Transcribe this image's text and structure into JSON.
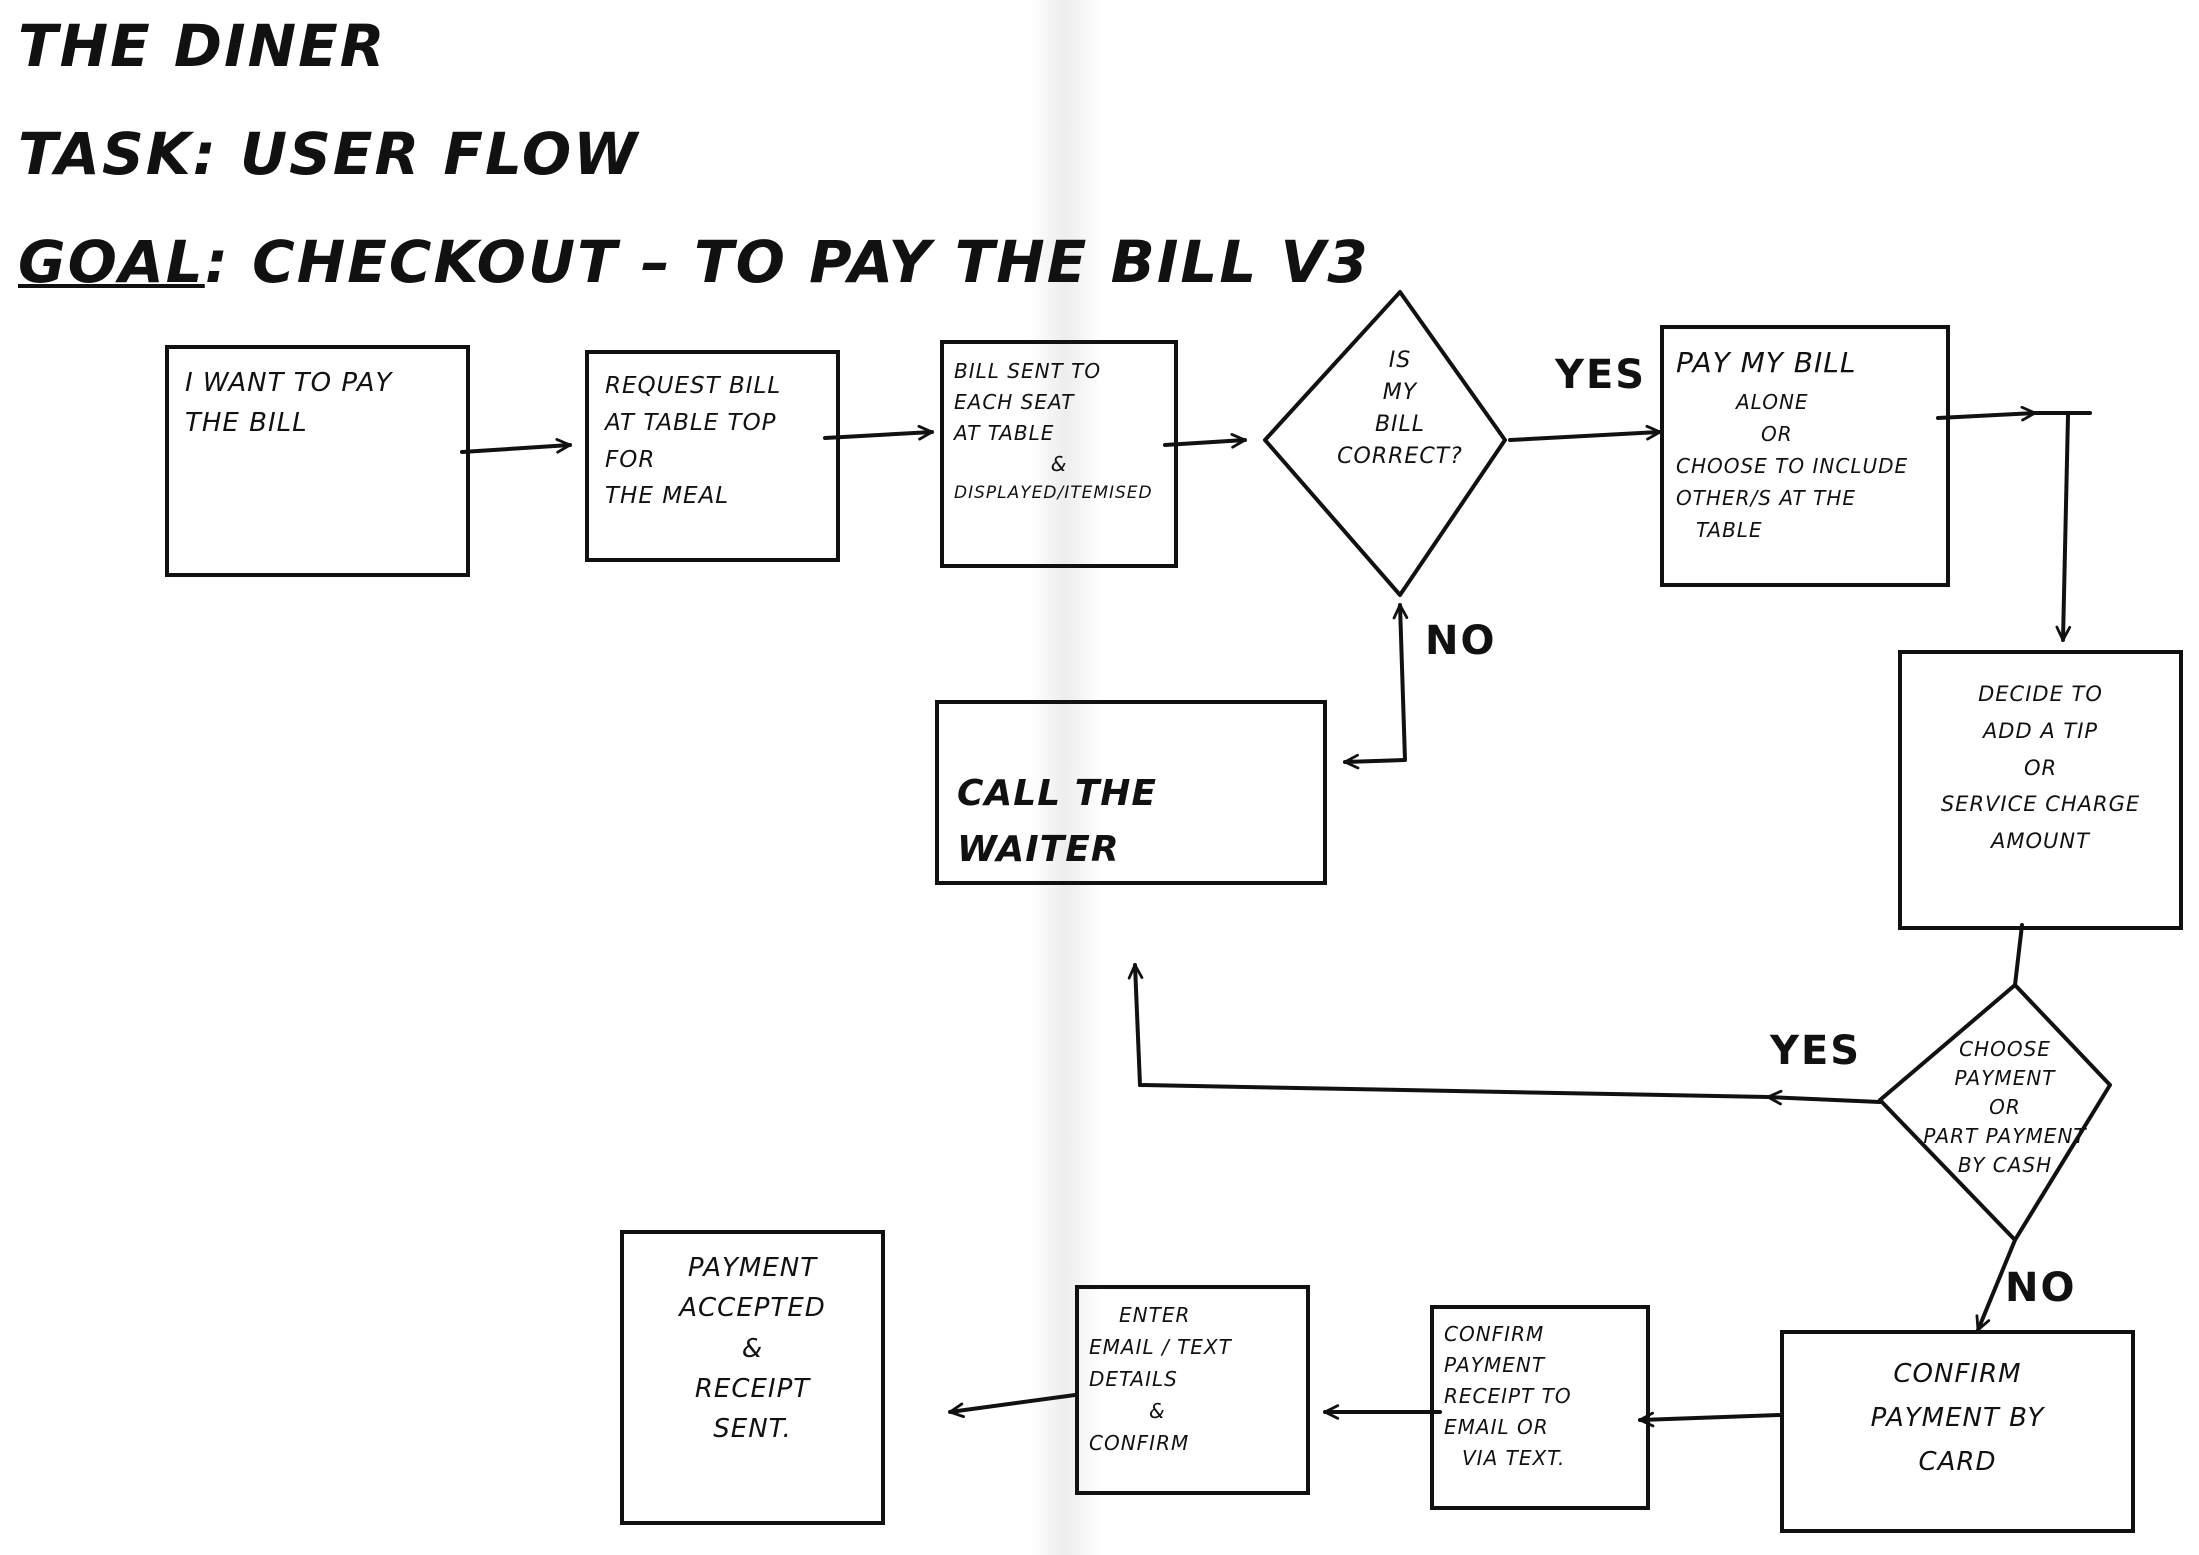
{
  "header": {
    "line1": "THE DINER",
    "line2": "TASK: USER FLOW",
    "goal_label": "GOAL",
    "goal_text": ": CHECKOUT – TO PAY THE BILL V3"
  },
  "nodes": {
    "want_to_pay": [
      "I WANT TO PAY",
      "THE BILL"
    ],
    "request_bill": [
      "REQUEST BILL",
      "AT TABLE TOP",
      "FOR",
      "THE MEAL"
    ],
    "bill_sent": [
      "BILL SENT TO",
      "EACH SEAT",
      "AT TABLE",
      "&",
      "DISPLAYED/ITEMISED"
    ],
    "is_bill_correct": [
      "IS",
      "MY",
      "BILL",
      "CORRECT?"
    ],
    "pay_bill": [
      "PAY MY BILL",
      "ALONE",
      "OR",
      "CHOOSE TO INCLUDE",
      "OTHER/S AT THE",
      "TABLE"
    ],
    "add_tip": [
      "DECIDE TO",
      "ADD A TIP",
      "OR",
      "SERVICE CHARGE",
      "AMOUNT"
    ],
    "call_waiter": [
      "CALL THE WAITER"
    ],
    "choose_payment": [
      "CHOOSE",
      "PAYMENT",
      "OR",
      "PART PAYMENT",
      "BY CASH"
    ],
    "confirm_card": [
      "CONFIRM",
      "PAYMENT BY",
      "CARD"
    ],
    "confirm_receipt": [
      "CONFIRM",
      "PAYMENT",
      "RECEIPT TO",
      "EMAIL OR",
      "VIA TEXT."
    ],
    "enter_email": [
      "ENTER",
      "EMAIL / TEXT",
      "DETAILS",
      "&",
      "CONFIRM"
    ],
    "payment_accepted": [
      "PAYMENT",
      "ACCEPTED",
      "&",
      "RECEIPT",
      "SENT."
    ]
  },
  "edges": {
    "yes_1": "YES",
    "no_1": "NO",
    "yes_2": "YES",
    "no_2": "NO"
  },
  "colors": {
    "ink": "#111111",
    "paper": "#ffffff"
  }
}
